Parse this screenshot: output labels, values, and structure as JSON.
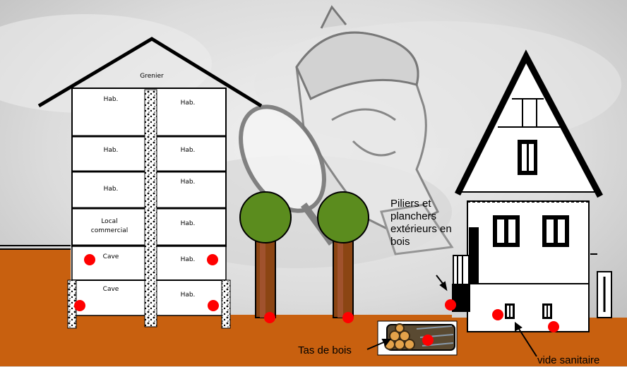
{
  "building": {
    "grenier": "Grenier",
    "rooms": {
      "hab": "Hab.",
      "local": "Local commercial",
      "cave": "Cave"
    }
  },
  "annotations": {
    "piliers": "Piliers et planchers extérieurs en bois",
    "tas_de_bois": "Tas de bois",
    "vide_sanitaire": "vide sanitaire"
  },
  "colors": {
    "ground": "#c8600f",
    "danger_dot": "#ff0000",
    "tree_foliage": "#5b8c1e",
    "tree_trunk": "#8b4513"
  },
  "icons": [
    "detective-icon",
    "magnifying-glass-icon",
    "wood-pile-icon"
  ]
}
